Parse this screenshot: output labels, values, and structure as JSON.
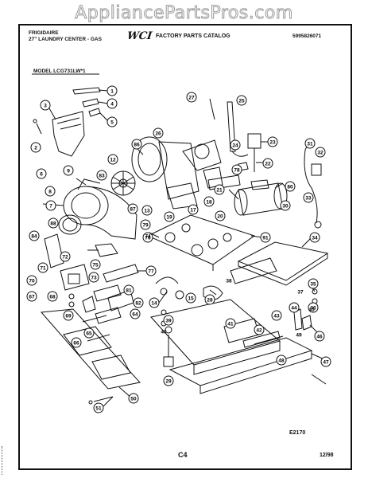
{
  "watermark": "AppliancePartsPros.com",
  "header": {
    "brand": "FRIGIDAIRE",
    "subtitle": "27\" LAUNDRY CENTER - GAS",
    "logo": "WCI",
    "catalog": "FACTORY PARTS CATALOG",
    "catalog_number": "5995826071",
    "model": "MODEL LCG731LW*1"
  },
  "footer": {
    "figure_code": "E2170",
    "page": "C4",
    "date": "12/98"
  },
  "callouts": [
    "1",
    "4",
    "5",
    "3",
    "2",
    "6",
    "27",
    "25",
    "26",
    "86",
    "24",
    "23",
    "22",
    "78",
    "21",
    "31",
    "32",
    "33",
    "9",
    "8",
    "7",
    "12",
    "83",
    "13",
    "87",
    "79",
    "17",
    "18",
    "80",
    "88",
    "76",
    "19",
    "20",
    "30",
    "91",
    "34",
    "84",
    "74",
    "72",
    "71",
    "75",
    "77",
    "73",
    "70",
    "67",
    "68",
    "69",
    "81",
    "82",
    "14",
    "15",
    "28",
    "35",
    "36",
    "37",
    "38",
    "39",
    "40",
    "41",
    "42",
    "43",
    "44",
    "45",
    "46",
    "47",
    "48",
    "49",
    "50",
    "51",
    "64",
    "65",
    "66",
    "29"
  ]
}
